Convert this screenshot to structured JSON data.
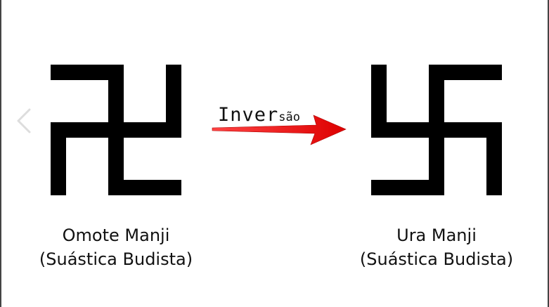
{
  "diagram": {
    "left": {
      "symbol_icon": "omote-manji-icon",
      "caption_line1": "Omote Manji",
      "caption_line2": "(Suástica Budista)"
    },
    "right": {
      "symbol_icon": "ura-manji-icon",
      "caption_line1": "Ura Manji",
      "caption_line2": "(Suástica Budista)"
    },
    "arrow": {
      "label_large": "Inver",
      "label_small": "são",
      "color": "#ee1111"
    },
    "symbol_color": "#000000",
    "nav": {
      "prev_icon": "chevron-left-icon"
    }
  }
}
